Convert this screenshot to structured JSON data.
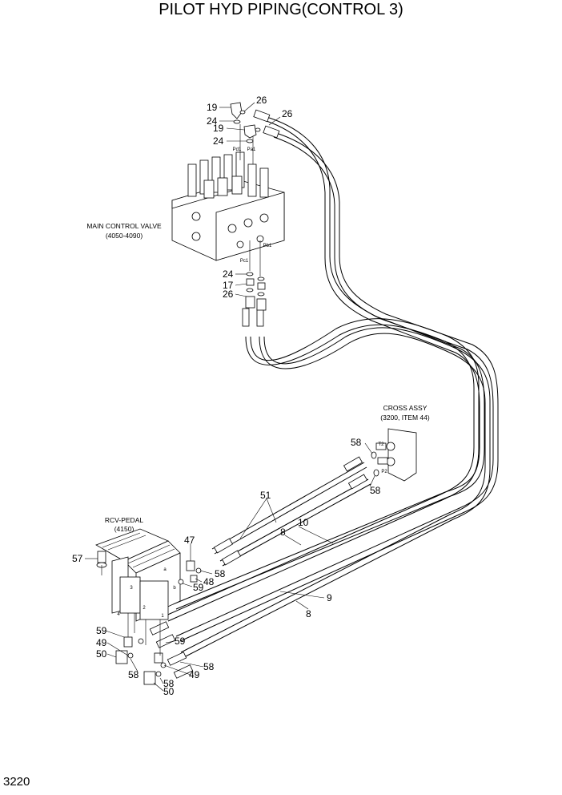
{
  "title": "PILOT HYD PIPING(CONTROL 3)",
  "page_number": "3220",
  "components": {
    "main_valve_name": "MAIN CONTROL VALVE",
    "main_valve_ref": "(4050-4090)",
    "cross_name": "CROSS ASSY",
    "cross_ref": "(3200, ITEM 44)",
    "pedal_name": "RCV-PEDAL",
    "pedal_ref": "(4150)"
  },
  "port_labels": {
    "pd1": "Pd1",
    "pa1": "Pa1",
    "pc1": "Pc1",
    "pb1": "Pb1",
    "t2": "T2",
    "p2": "P2",
    "p1": "1",
    "p2b": "2",
    "p3": "3",
    "p4": "4",
    "pa": "a",
    "pb": "b"
  },
  "callouts": {
    "c19a": "19",
    "c26a": "26",
    "c26b": "26",
    "c24a": "24",
    "c19b": "19",
    "c24b": "24",
    "c24c": "24",
    "c17": "17",
    "c26c": "26",
    "c58a": "58",
    "c58b": "58",
    "c51": "51",
    "c10": "10",
    "c8a": "8",
    "c47": "47",
    "c58c": "58",
    "c48": "48",
    "c59a": "59",
    "c57": "57",
    "c9": "9",
    "c8b": "8",
    "c59b": "59",
    "c49a": "49",
    "c50a": "50",
    "c58d": "58",
    "c59c": "59",
    "c58e": "58",
    "c49b": "49",
    "c58f": "58",
    "c50b": "50"
  }
}
